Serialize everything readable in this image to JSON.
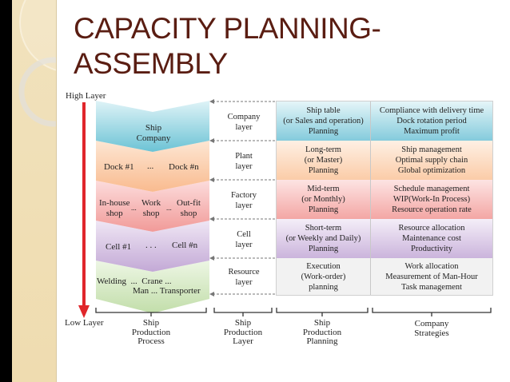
{
  "slide": {
    "title_line1": "CAPACITY PLANNING-",
    "title_line2": "ASSEMBLY"
  },
  "diagram": {
    "axis": {
      "high_label": "High Layer",
      "low_label": "Low Layer",
      "arrow_color": "#e0262b"
    },
    "process": {
      "levels": [
        {
          "name": "ship-company",
          "lines": [
            "Ship",
            "Company"
          ],
          "color": "#8fd3e0"
        },
        {
          "name": "dock",
          "items": [
            "Dock #1",
            "...",
            "Dock #n"
          ],
          "color": "#fbcaa6"
        },
        {
          "name": "shop",
          "items": [
            [
              "In-house",
              "shop"
            ],
            "...",
            [
              "Work",
              "shop"
            ],
            "...",
            [
              "Out-fit",
              "shop"
            ]
          ],
          "color": "#f6a9a6"
        },
        {
          "name": "cell",
          "items": [
            "Cell #1",
            ". . .",
            "Cell #n"
          ],
          "color": "#d3bfe0"
        },
        {
          "name": "resource",
          "line1": "Welding  ...  Crane ...",
          "line2": "Man ... Transporter",
          "color": "#cfe5b5"
        }
      ]
    },
    "layers": [
      "Company\nlayer",
      "Plant\nlayer",
      "Factory\nlayer",
      "Cell\nlayer",
      "Resource\nlayer"
    ],
    "layer_lines": [
      [
        "Company",
        "layer"
      ],
      [
        "Plant",
        "layer"
      ],
      [
        "Factory",
        "layer"
      ],
      [
        "Cell",
        "layer"
      ],
      [
        "Resource",
        "layer"
      ]
    ],
    "planning": [
      [
        "Ship table",
        "(or Sales and operation)",
        "Planning"
      ],
      [
        "Long-term",
        "(or Master)",
        "Planning"
      ],
      [
        "Mid-term",
        "(or Monthly)",
        "Planning"
      ],
      [
        "Short-term",
        "(or Weekly and Daily)",
        "Planning"
      ],
      [
        "Execution",
        "(Work-order)",
        "planning"
      ]
    ],
    "strategies": [
      [
        "Compliance with delivery time",
        "Dock rotation period",
        "Maximum profit"
      ],
      [
        "Ship management",
        "Optimal supply chain",
        "Global optimization"
      ],
      [
        "Schedule management",
        "WIP(Work-In Process)",
        "Resource operation rate"
      ],
      [
        "Resource allocation",
        "Maintenance cost",
        "Productivity"
      ],
      [
        "Work allocation",
        "Measurement of Man-Hour",
        "Task management"
      ]
    ],
    "row_colors": [
      "#a9dde8",
      "#fcd5b8",
      "#f7b9b6",
      "#dccbe6",
      "#eeeeee"
    ],
    "bracket_labels": [
      [
        "Ship",
        "Production",
        "Process"
      ],
      [
        "Ship",
        "Production",
        "Layer"
      ],
      [
        "Ship",
        "Production",
        "Planning"
      ],
      [
        "Company",
        "Strategies"
      ]
    ]
  }
}
